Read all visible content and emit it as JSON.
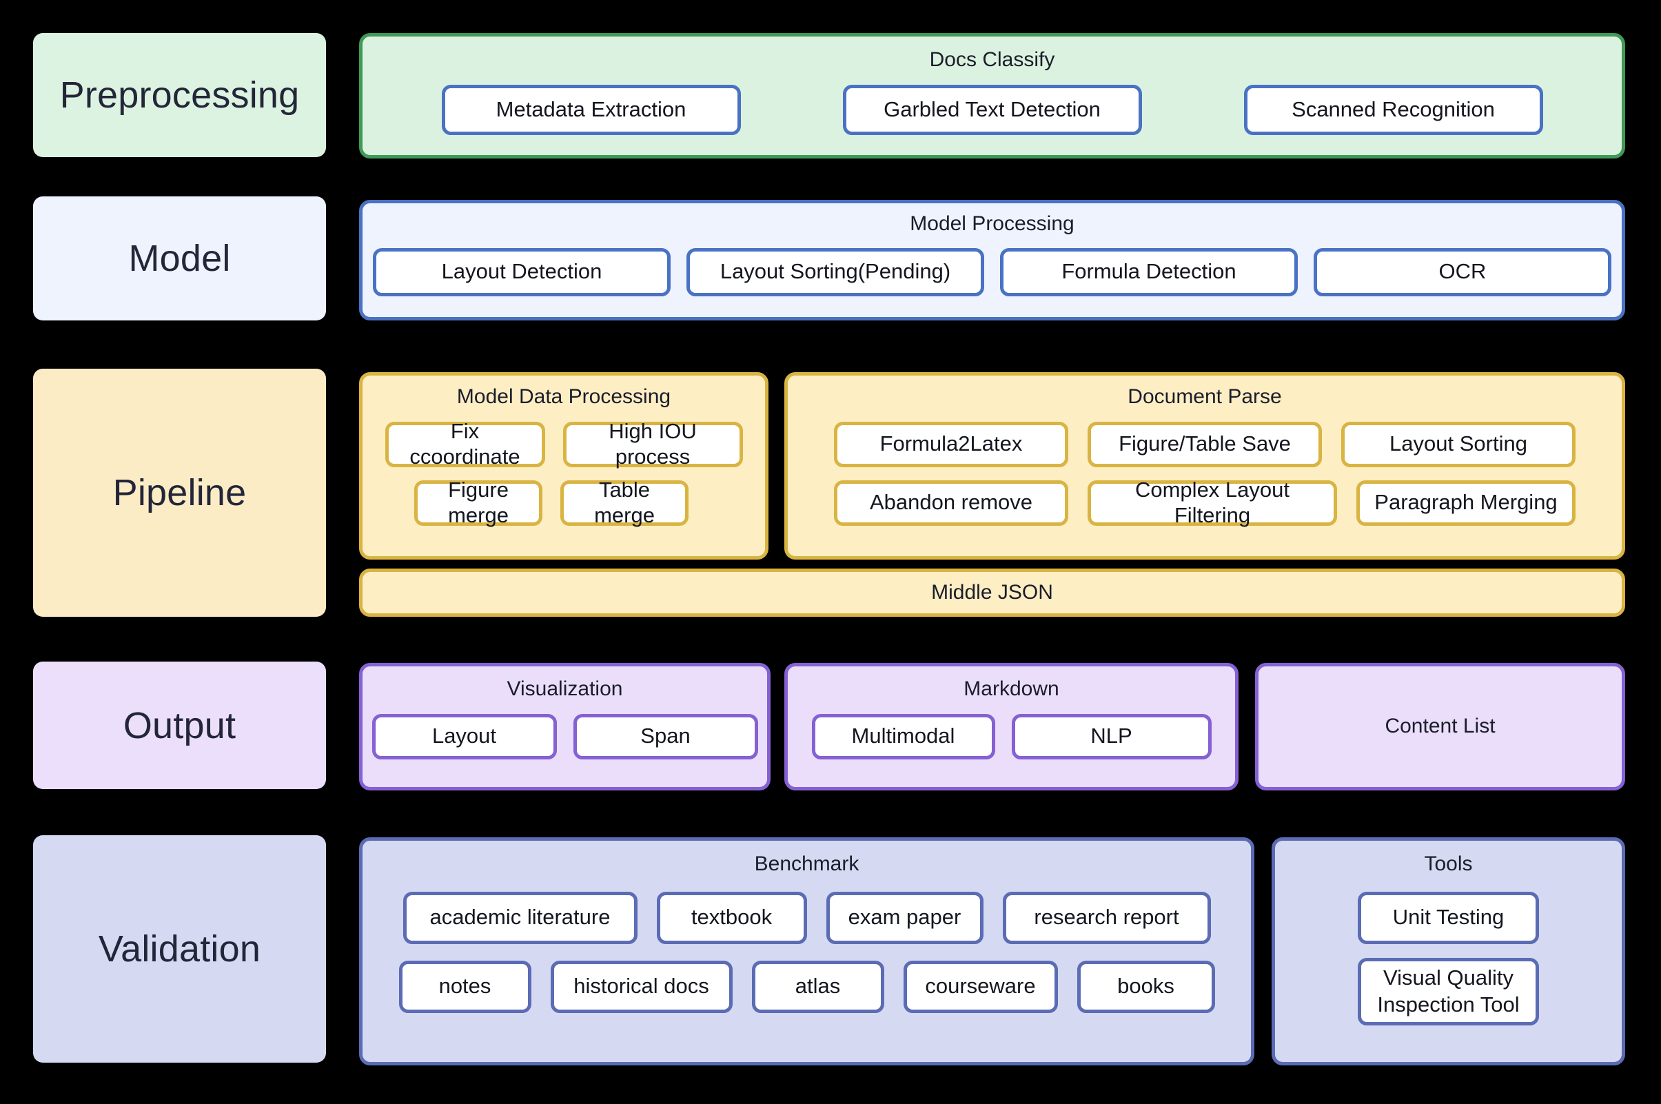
{
  "diagram": {
    "title": "Document Parsing Pipeline Architecture",
    "background_color": "#000000",
    "stages": [
      {
        "label": "Preprocessing",
        "accent": "#3f9a56",
        "fill": "#dcf2e0"
      },
      {
        "label": "Model",
        "accent": "#4a72c4",
        "fill": "#eef3fd"
      },
      {
        "label": "Pipeline",
        "accent": "#d9b443",
        "fill": "#fdeec4"
      },
      {
        "label": "Output",
        "accent": "#8561d4",
        "fill": "#eadefb"
      },
      {
        "label": "Validation",
        "accent": "#5b6cb5",
        "fill": "#d5daf2"
      }
    ]
  },
  "preprocessing": {
    "docs_classify": {
      "title": "Docs Classify",
      "items": [
        "Metadata Extraction",
        "Garbled Text Detection",
        "Scanned Recognition"
      ]
    }
  },
  "model": {
    "model_processing": {
      "title": "Model Processing",
      "items": [
        "Layout Detection",
        "Layout Sorting(Pending)",
        "Formula Detection",
        "OCR"
      ]
    }
  },
  "pipeline": {
    "model_data_processing": {
      "title": "Model Data Processing",
      "items": [
        "Fix ccoordinate",
        "High IOU process",
        "Figure merge",
        "Table merge"
      ]
    },
    "document_parse": {
      "title": "Document Parse",
      "items": [
        "Formula2Latex",
        "Figure/Table Save",
        "Layout Sorting",
        "Abandon remove",
        "Complex Layout Filtering",
        "Paragraph Merging"
      ]
    },
    "middle_json": {
      "title": "Middle JSON"
    }
  },
  "output": {
    "visualization": {
      "title": "Visualization",
      "items": [
        "Layout",
        "Span"
      ]
    },
    "markdown": {
      "title": "Markdown",
      "items": [
        "Multimodal",
        "NLP"
      ]
    },
    "content_list": {
      "title": "Content List"
    }
  },
  "validation": {
    "benchmark": {
      "title": "Benchmark",
      "row1": [
        "academic literature",
        "textbook",
        "exam paper",
        "research report"
      ],
      "row2": [
        "notes",
        "historical docs",
        "atlas",
        "courseware",
        "books"
      ]
    },
    "tools": {
      "title": "Tools",
      "items": [
        "Unit Testing",
        "Visual Quality Inspection Tool"
      ]
    }
  }
}
